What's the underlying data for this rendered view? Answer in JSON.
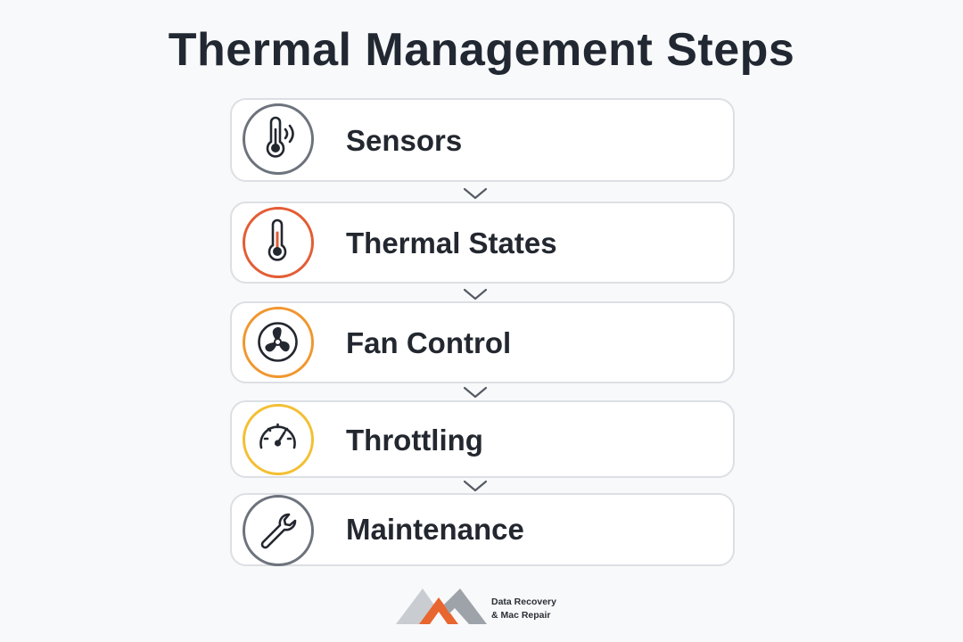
{
  "title": "Thermal Management Steps",
  "steps": [
    {
      "label": "Sensors",
      "icon": "thermometer-signal-icon",
      "color": "#6d737c"
    },
    {
      "label": "Thermal States",
      "icon": "thermometer-icon",
      "color": "#e35d35"
    },
    {
      "label": "Fan Control",
      "icon": "fan-icon",
      "color": "#f0972f"
    },
    {
      "label": "Throttling",
      "icon": "speedometer-icon",
      "color": "#f3bf33"
    },
    {
      "label": "Maintenance",
      "icon": "wrench-icon",
      "color": "#6d737c"
    }
  ],
  "connector_icon": "chevron-down-icon",
  "footer": {
    "logo_icon": "mountain-logo",
    "line1": "Data Recovery",
    "line2": "& Mac Repair",
    "logo_colors": [
      "#c9ccd1",
      "#e8662f",
      "#9ea3aa"
    ]
  }
}
